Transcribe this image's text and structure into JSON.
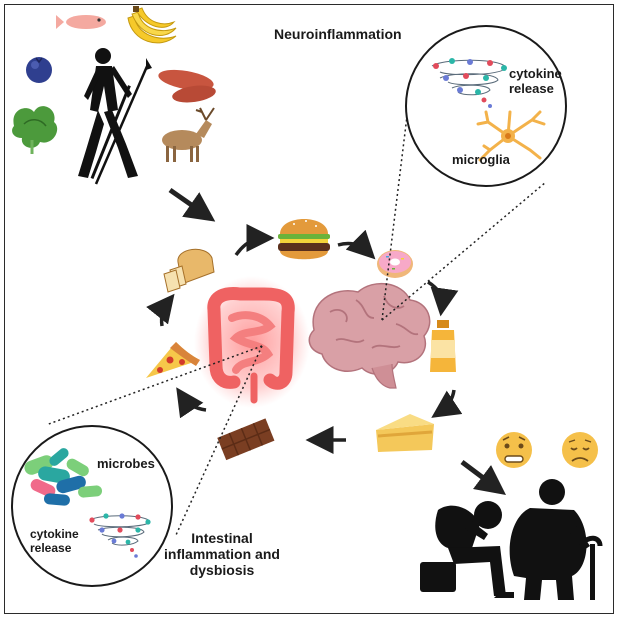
{
  "labels": {
    "neuroinflammation": "Neuroinflammation",
    "cytokine_release_top_l1": "cytokine",
    "cytokine_release_top_l2": "release",
    "microglia": "microglia",
    "microbes": "microbes",
    "cytokine_release_bottom_l1": "cytokine",
    "cytokine_release_bottom_l2": "release",
    "intestinal_l1": "Intestinal",
    "intestinal_l2": "inflammation and",
    "intestinal_l3": "dysbiosis"
  },
  "icons": {
    "ancestral_foods": [
      "fish-icon",
      "banana-icon",
      "blueberry-icon",
      "sweet-potato-icon",
      "lettuce-icon",
      "deer-icon"
    ],
    "hunter": "hunter-silhouette-icon",
    "cycle_foods": [
      "burger-icon",
      "donut-icon",
      "juice-bottle-icon",
      "cheese-icon",
      "chocolate-icon",
      "pizza-icon",
      "bread-icon"
    ],
    "organs": [
      "intestine-icon",
      "brain-icon"
    ],
    "people": [
      "depressed-person-icon",
      "obese-elderly-person-icon"
    ],
    "emojis": [
      "worried-face-icon",
      "sad-face-icon"
    ]
  },
  "colors": {
    "intestine": "#f06a6a",
    "intestine_glow": "#ff9a9a",
    "brain": "#d9a0a6",
    "microglia": "#f3b24a",
    "silhouette": "#111111",
    "emoji": "#f5c04a"
  }
}
